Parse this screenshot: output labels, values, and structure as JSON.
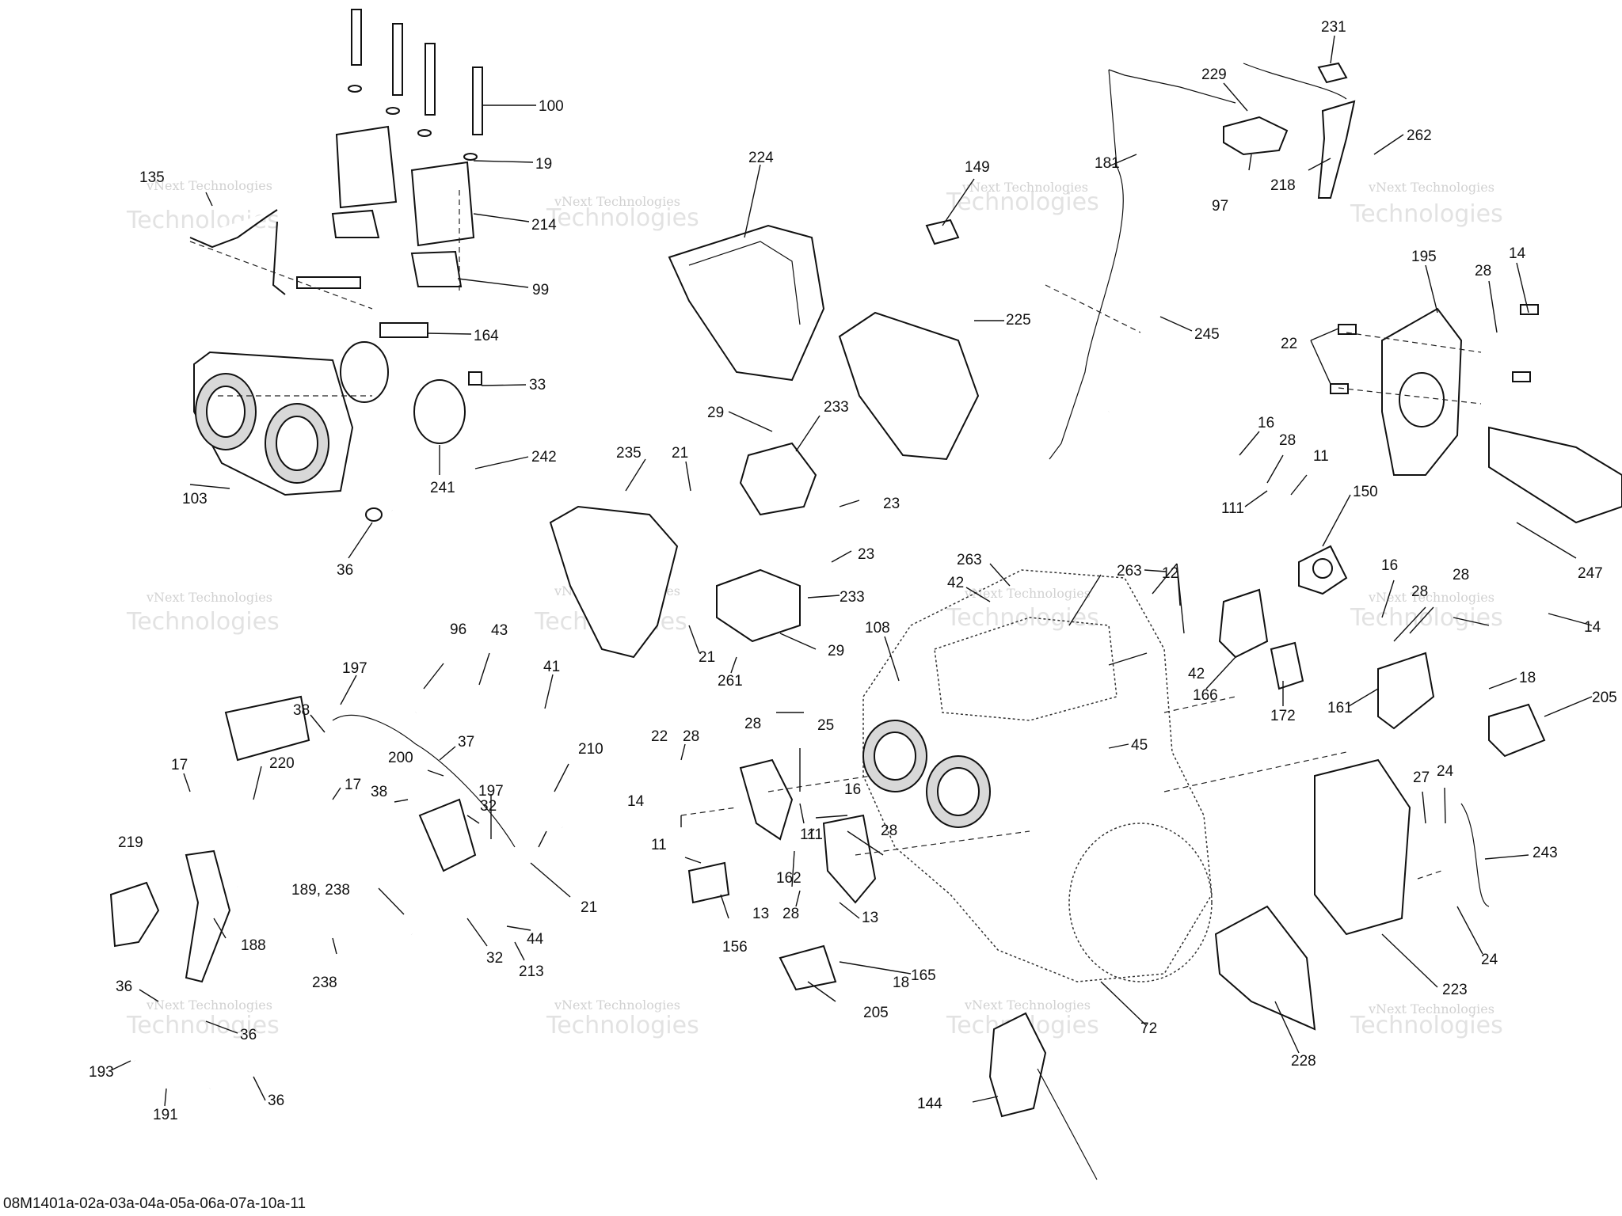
{
  "diagram": {
    "watermark_line1": "vNext Technologies",
    "watermark_line2": "Technologies",
    "document_code": "08M1401a-02a-03a-04a-05a-06a-07a-10a-11",
    "callouts": [
      {
        "id": "c100",
        "text": "100"
      },
      {
        "id": "c19",
        "text": "19"
      },
      {
        "id": "c214",
        "text": "214"
      },
      {
        "id": "c99",
        "text": "99"
      },
      {
        "id": "c135",
        "text": "135"
      },
      {
        "id": "c164",
        "text": "164"
      },
      {
        "id": "c33",
        "text": "33"
      },
      {
        "id": "c242",
        "text": "242"
      },
      {
        "id": "c103",
        "text": "103"
      },
      {
        "id": "c241",
        "text": "241"
      },
      {
        "id": "c36a",
        "text": "36"
      },
      {
        "id": "c224",
        "text": "224"
      },
      {
        "id": "c225",
        "text": "225"
      },
      {
        "id": "c149",
        "text": "149"
      },
      {
        "id": "c181",
        "text": "181"
      },
      {
        "id": "c229",
        "text": "229"
      },
      {
        "id": "c231",
        "text": "231"
      },
      {
        "id": "c97",
        "text": "97"
      },
      {
        "id": "c218",
        "text": "218"
      },
      {
        "id": "c262",
        "text": "262"
      },
      {
        "id": "c245",
        "text": "245"
      },
      {
        "id": "c195",
        "text": "195"
      },
      {
        "id": "c14a",
        "text": "14"
      },
      {
        "id": "c28a",
        "text": "28"
      },
      {
        "id": "c22a",
        "text": "22"
      },
      {
        "id": "c16a",
        "text": "16"
      },
      {
        "id": "c28b",
        "text": "28"
      },
      {
        "id": "c11a",
        "text": "11"
      },
      {
        "id": "c150",
        "text": "150"
      },
      {
        "id": "c111a",
        "text": "111"
      },
      {
        "id": "c247",
        "text": "247"
      },
      {
        "id": "c29a",
        "text": "29"
      },
      {
        "id": "c233a",
        "text": "233"
      },
      {
        "id": "c235",
        "text": "235"
      },
      {
        "id": "c21a",
        "text": "21"
      },
      {
        "id": "c23a",
        "text": "23"
      },
      {
        "id": "c23b",
        "text": "23"
      },
      {
        "id": "c233b",
        "text": "233"
      },
      {
        "id": "c21b",
        "text": "21"
      },
      {
        "id": "c29b",
        "text": "29"
      },
      {
        "id": "c261",
        "text": "261"
      },
      {
        "id": "c263a",
        "text": "263"
      },
      {
        "id": "c263b",
        "text": "263"
      },
      {
        "id": "c42a",
        "text": "42"
      },
      {
        "id": "c42b",
        "text": "42"
      },
      {
        "id": "c12",
        "text": "12"
      },
      {
        "id": "c166",
        "text": "166"
      },
      {
        "id": "c172",
        "text": "172"
      },
      {
        "id": "c16b",
        "text": "16"
      },
      {
        "id": "c28c",
        "text": "28"
      },
      {
        "id": "c28d",
        "text": "28"
      },
      {
        "id": "c14b",
        "text": "14"
      },
      {
        "id": "c161",
        "text": "161"
      },
      {
        "id": "c18a",
        "text": "18"
      },
      {
        "id": "c205a",
        "text": "205"
      },
      {
        "id": "c108",
        "text": "108"
      },
      {
        "id": "c45",
        "text": "45"
      },
      {
        "id": "c96",
        "text": "96"
      },
      {
        "id": "c43",
        "text": "43"
      },
      {
        "id": "c41",
        "text": "41"
      },
      {
        "id": "c197a",
        "text": "197"
      },
      {
        "id": "c38a",
        "text": "38"
      },
      {
        "id": "c37",
        "text": "37"
      },
      {
        "id": "c200",
        "text": "200"
      },
      {
        "id": "c38b",
        "text": "38"
      },
      {
        "id": "c210",
        "text": "210"
      },
      {
        "id": "c197b",
        "text": "197"
      },
      {
        "id": "c17a",
        "text": "17"
      },
      {
        "id": "c220",
        "text": "220"
      },
      {
        "id": "c17b",
        "text": "17"
      },
      {
        "id": "c32a",
        "text": "32"
      },
      {
        "id": "c21c",
        "text": "21"
      },
      {
        "id": "c219",
        "text": "219"
      },
      {
        "id": "c189",
        "text": "189, 238"
      },
      {
        "id": "c238",
        "text": "238"
      },
      {
        "id": "c188",
        "text": "188"
      },
      {
        "id": "c32b",
        "text": "32"
      },
      {
        "id": "c213",
        "text": "213"
      },
      {
        "id": "c44",
        "text": "44"
      },
      {
        "id": "c28e",
        "text": "28"
      },
      {
        "id": "c25",
        "text": "25"
      },
      {
        "id": "c22b",
        "text": "22"
      },
      {
        "id": "c28f",
        "text": "28"
      },
      {
        "id": "c14c",
        "text": "14"
      },
      {
        "id": "c11b",
        "text": "11"
      },
      {
        "id": "c16c",
        "text": "16"
      },
      {
        "id": "c28g",
        "text": "28"
      },
      {
        "id": "c111b",
        "text": "111"
      },
      {
        "id": "c162",
        "text": "162"
      },
      {
        "id": "c13a",
        "text": "13"
      },
      {
        "id": "c28h",
        "text": "28"
      },
      {
        "id": "c13b",
        "text": "13"
      },
      {
        "id": "c165",
        "text": "165"
      },
      {
        "id": "c156",
        "text": "156"
      },
      {
        "id": "c18b",
        "text": "18"
      },
      {
        "id": "c205b",
        "text": "205"
      },
      {
        "id": "c72",
        "text": "72"
      },
      {
        "id": "c27",
        "text": "27"
      },
      {
        "id": "c24a",
        "text": "24"
      },
      {
        "id": "c243",
        "text": "243"
      },
      {
        "id": "c24b",
        "text": "24"
      },
      {
        "id": "c223",
        "text": "223"
      },
      {
        "id": "c228",
        "text": "228"
      },
      {
        "id": "c36b",
        "text": "36"
      },
      {
        "id": "c36c",
        "text": "36"
      },
      {
        "id": "c193",
        "text": "193"
      },
      {
        "id": "c191",
        "text": "191"
      },
      {
        "id": "c36d",
        "text": "36"
      },
      {
        "id": "c144",
        "text": "144"
      }
    ]
  }
}
